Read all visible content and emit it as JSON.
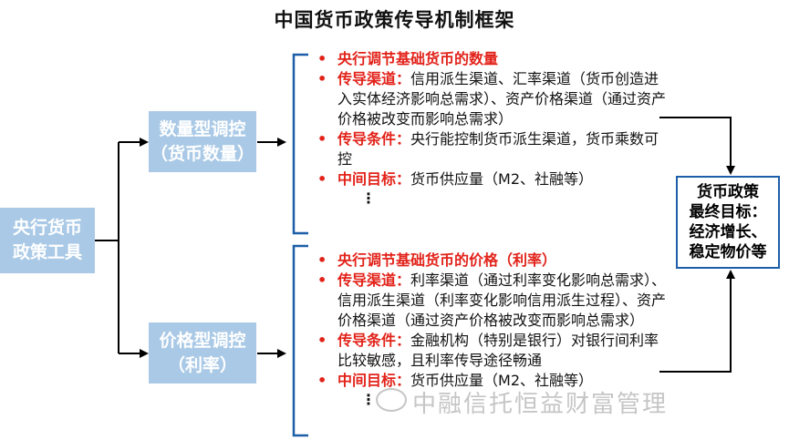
{
  "title": "中国货币政策传导机制框架",
  "root": {
    "line1": "央行货币",
    "line2": "政策工具"
  },
  "quantity": {
    "line1": "数量型调控",
    "line2": "（货币数量）"
  },
  "price": {
    "line1": "价格型调控",
    "line2": "（利率）"
  },
  "goal": {
    "line1": "货币政策",
    "line2": "最终目标：",
    "line3": "经济增长、",
    "line4": "稳定物价等"
  },
  "quantity_items": [
    {
      "bullet": "•",
      "head": "央行调节基础货币的数量",
      "sep": "",
      "body": ""
    },
    {
      "bullet": "•",
      "head": "传导渠道",
      "sep": "：",
      "body": "信用派生渠道、汇率渠道（货币创造进入实体经济影响总需求）、资产价格渠道（通过资产价格被改变而影响总需求）"
    },
    {
      "bullet": "•",
      "head": "传导条件",
      "sep": "：",
      "body": "央行能控制货币派生渠道，货币乘数可控"
    },
    {
      "bullet": "•",
      "head": "中间目标",
      "sep": "：",
      "body": "货币供应量（M2、社融等）"
    }
  ],
  "quantity_ellipsis": "⋮",
  "price_items": [
    {
      "bullet": "•",
      "head": "央行调节基础货币的价格（利率）",
      "sep": "",
      "body": ""
    },
    {
      "bullet": "•",
      "head": "传导渠道",
      "sep": "：",
      "body": "利率渠道（通过利率变化影响总需求）、信用派生渠道（利率变化影响信用派生过程）、资产价格渠道（通过资产价格被改变而影响总需求）"
    },
    {
      "bullet": "•",
      "head": "传导条件",
      "sep": "：",
      "body": "金融机构（特别是银行）对银行间利率比较敏感，且利率传导途径畅通"
    },
    {
      "bullet": "•",
      "head": "中间目标",
      "sep": "：",
      "body": "货币供应量（M2、社融等）"
    }
  ],
  "price_ellipsis": "⋮",
  "watermark": "中融信托恒益财富管理",
  "colors": {
    "box_fill": "#a9c9e6",
    "goal_border": "#1d5ea8",
    "accent_red": "#e2231a"
  }
}
